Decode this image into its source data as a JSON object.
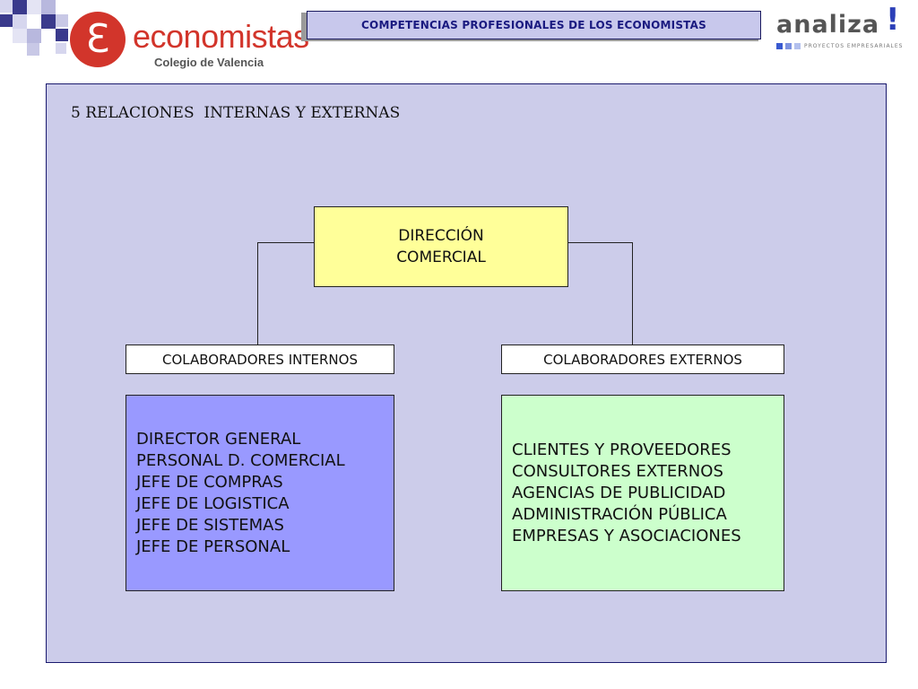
{
  "header": {
    "logo_mark": "ℇ",
    "logo_name": "economistas",
    "logo_subtitle": "Colegio de Valencia",
    "title": "COMPETENCIAS PROFESIONALES DE LOS ECONOMISTAS",
    "partner_logo": "analiza",
    "partner_logo_mark": "!",
    "partner_subtitle": "PROYECTOS EMPRESARIALES"
  },
  "section": {
    "title": "5 RELACIONES  INTERNAS Y EXTERNAS"
  },
  "diagram": {
    "root": {
      "lines": [
        "DIRECCIÓN",
        "COMERCIAL"
      ]
    },
    "internal": {
      "label": "COLABORADORES INTERNOS",
      "items": [
        "DIRECTOR GENERAL",
        "PERSONAL D. COMERCIAL",
        "JEFE DE COMPRAS",
        "JEFE DE LOGISTICA",
        "JEFE DE SISTEMAS",
        "JEFE DE PERSONAL"
      ]
    },
    "external": {
      "label": "COLABORADORES EXTERNOS",
      "items": [
        "CLIENTES Y PROVEEDORES",
        "CONSULTORES EXTERNOS",
        "AGENCIAS DE PUBLICIDAD",
        "ADMINISTRACIÓN PÚBLICA",
        "EMPRESAS Y ASOCIACIONES"
      ]
    }
  },
  "colors": {
    "panel": "#ccccea",
    "root_fill": "#ffff99",
    "internal_fill": "#9999ff",
    "external_fill": "#ccffcc",
    "brand_red": "#d2352b"
  }
}
